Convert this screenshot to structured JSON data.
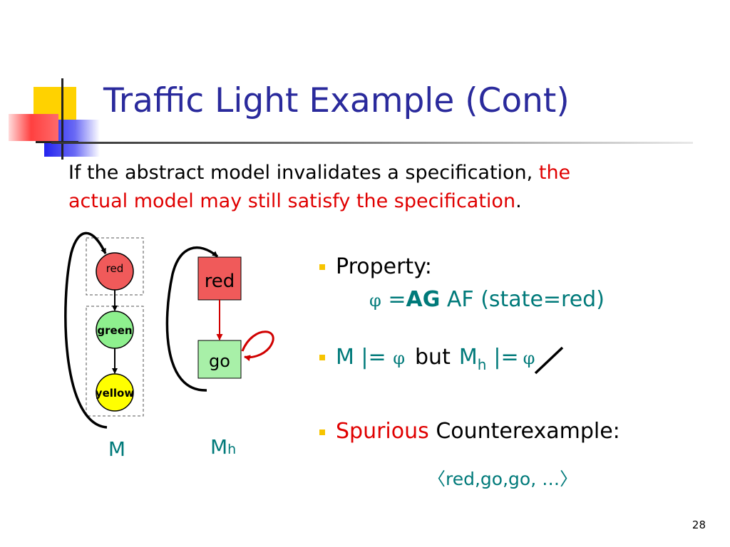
{
  "slide": {
    "title": "Traffic Light Example (Cont)",
    "intro_black": "If the abstract model invalidates a specification,",
    "intro_red_1": "the",
    "intro_red_2": "actual model may still satisfy the specification",
    "intro_period": ".",
    "page_number": "28"
  },
  "diagram_m": {
    "states": [
      "red",
      "green",
      "yellow"
    ],
    "label": "M"
  },
  "diagram_mh": {
    "states": [
      "red",
      "go"
    ],
    "label_main": "M",
    "label_sub": "h"
  },
  "bullets": {
    "property": {
      "label": "Property:",
      "formula_phi": "φ",
      "formula_eq": " =",
      "formula_ag": "AG",
      "formula_rest": " AF (state=red)"
    },
    "satisfaction": {
      "m_sat": "M |= ",
      "phi1": "φ",
      "but": "but",
      "mh_main": "M",
      "mh_sub": "h",
      "not_sat": "|=",
      "phi2": "φ"
    },
    "spurious": {
      "word_red": "Spurious",
      "word_black": "Counterexample:",
      "trace": "〈red,go,go, …〉"
    }
  },
  "colors": {
    "title": "#2a2a9c",
    "red_state": "#f05a5a",
    "green_state": "#8ef08e",
    "yellow_state": "#ffff00",
    "teal_text": "#007a7a",
    "red_text": "#e00000",
    "bullet": "#f7c400"
  }
}
